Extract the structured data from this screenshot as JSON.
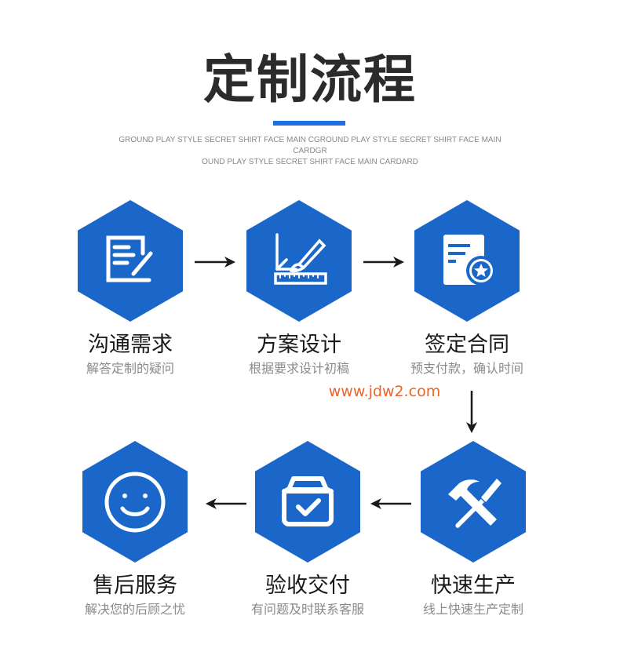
{
  "header": {
    "title": "定制流程",
    "subtitle_line1": "GROUND PLAY STYLE SECRET SHIRT FACE MAIN CGROUND PLAY STYLE SECRET SHIRT FACE MAIN CARDGR",
    "subtitle_line2": "OUND PLAY STYLE SECRET SHIRT FACE MAIN CARDARD",
    "accent_color": "#1f6fe0"
  },
  "hex_color": "#1a67c9",
  "watermark": "www.jdw2.com",
  "steps": [
    {
      "title": "沟通需求",
      "desc": "解答定制的疑问",
      "icon": "edit-document-icon"
    },
    {
      "title": "方案设计",
      "desc": "根据要求设计初稿",
      "icon": "design-ruler-brush-icon"
    },
    {
      "title": "签定合同",
      "desc": "预支付款，确认时间",
      "icon": "contract-star-icon"
    },
    {
      "title": "快速生产",
      "desc": "线上快速生产定制",
      "icon": "hammer-screwdriver-icon"
    },
    {
      "title": "验收交付",
      "desc": "有问题及时联系客服",
      "icon": "box-check-icon"
    },
    {
      "title": "售后服务",
      "desc": "解决您的后顾之忧",
      "icon": "smiley-icon"
    }
  ]
}
